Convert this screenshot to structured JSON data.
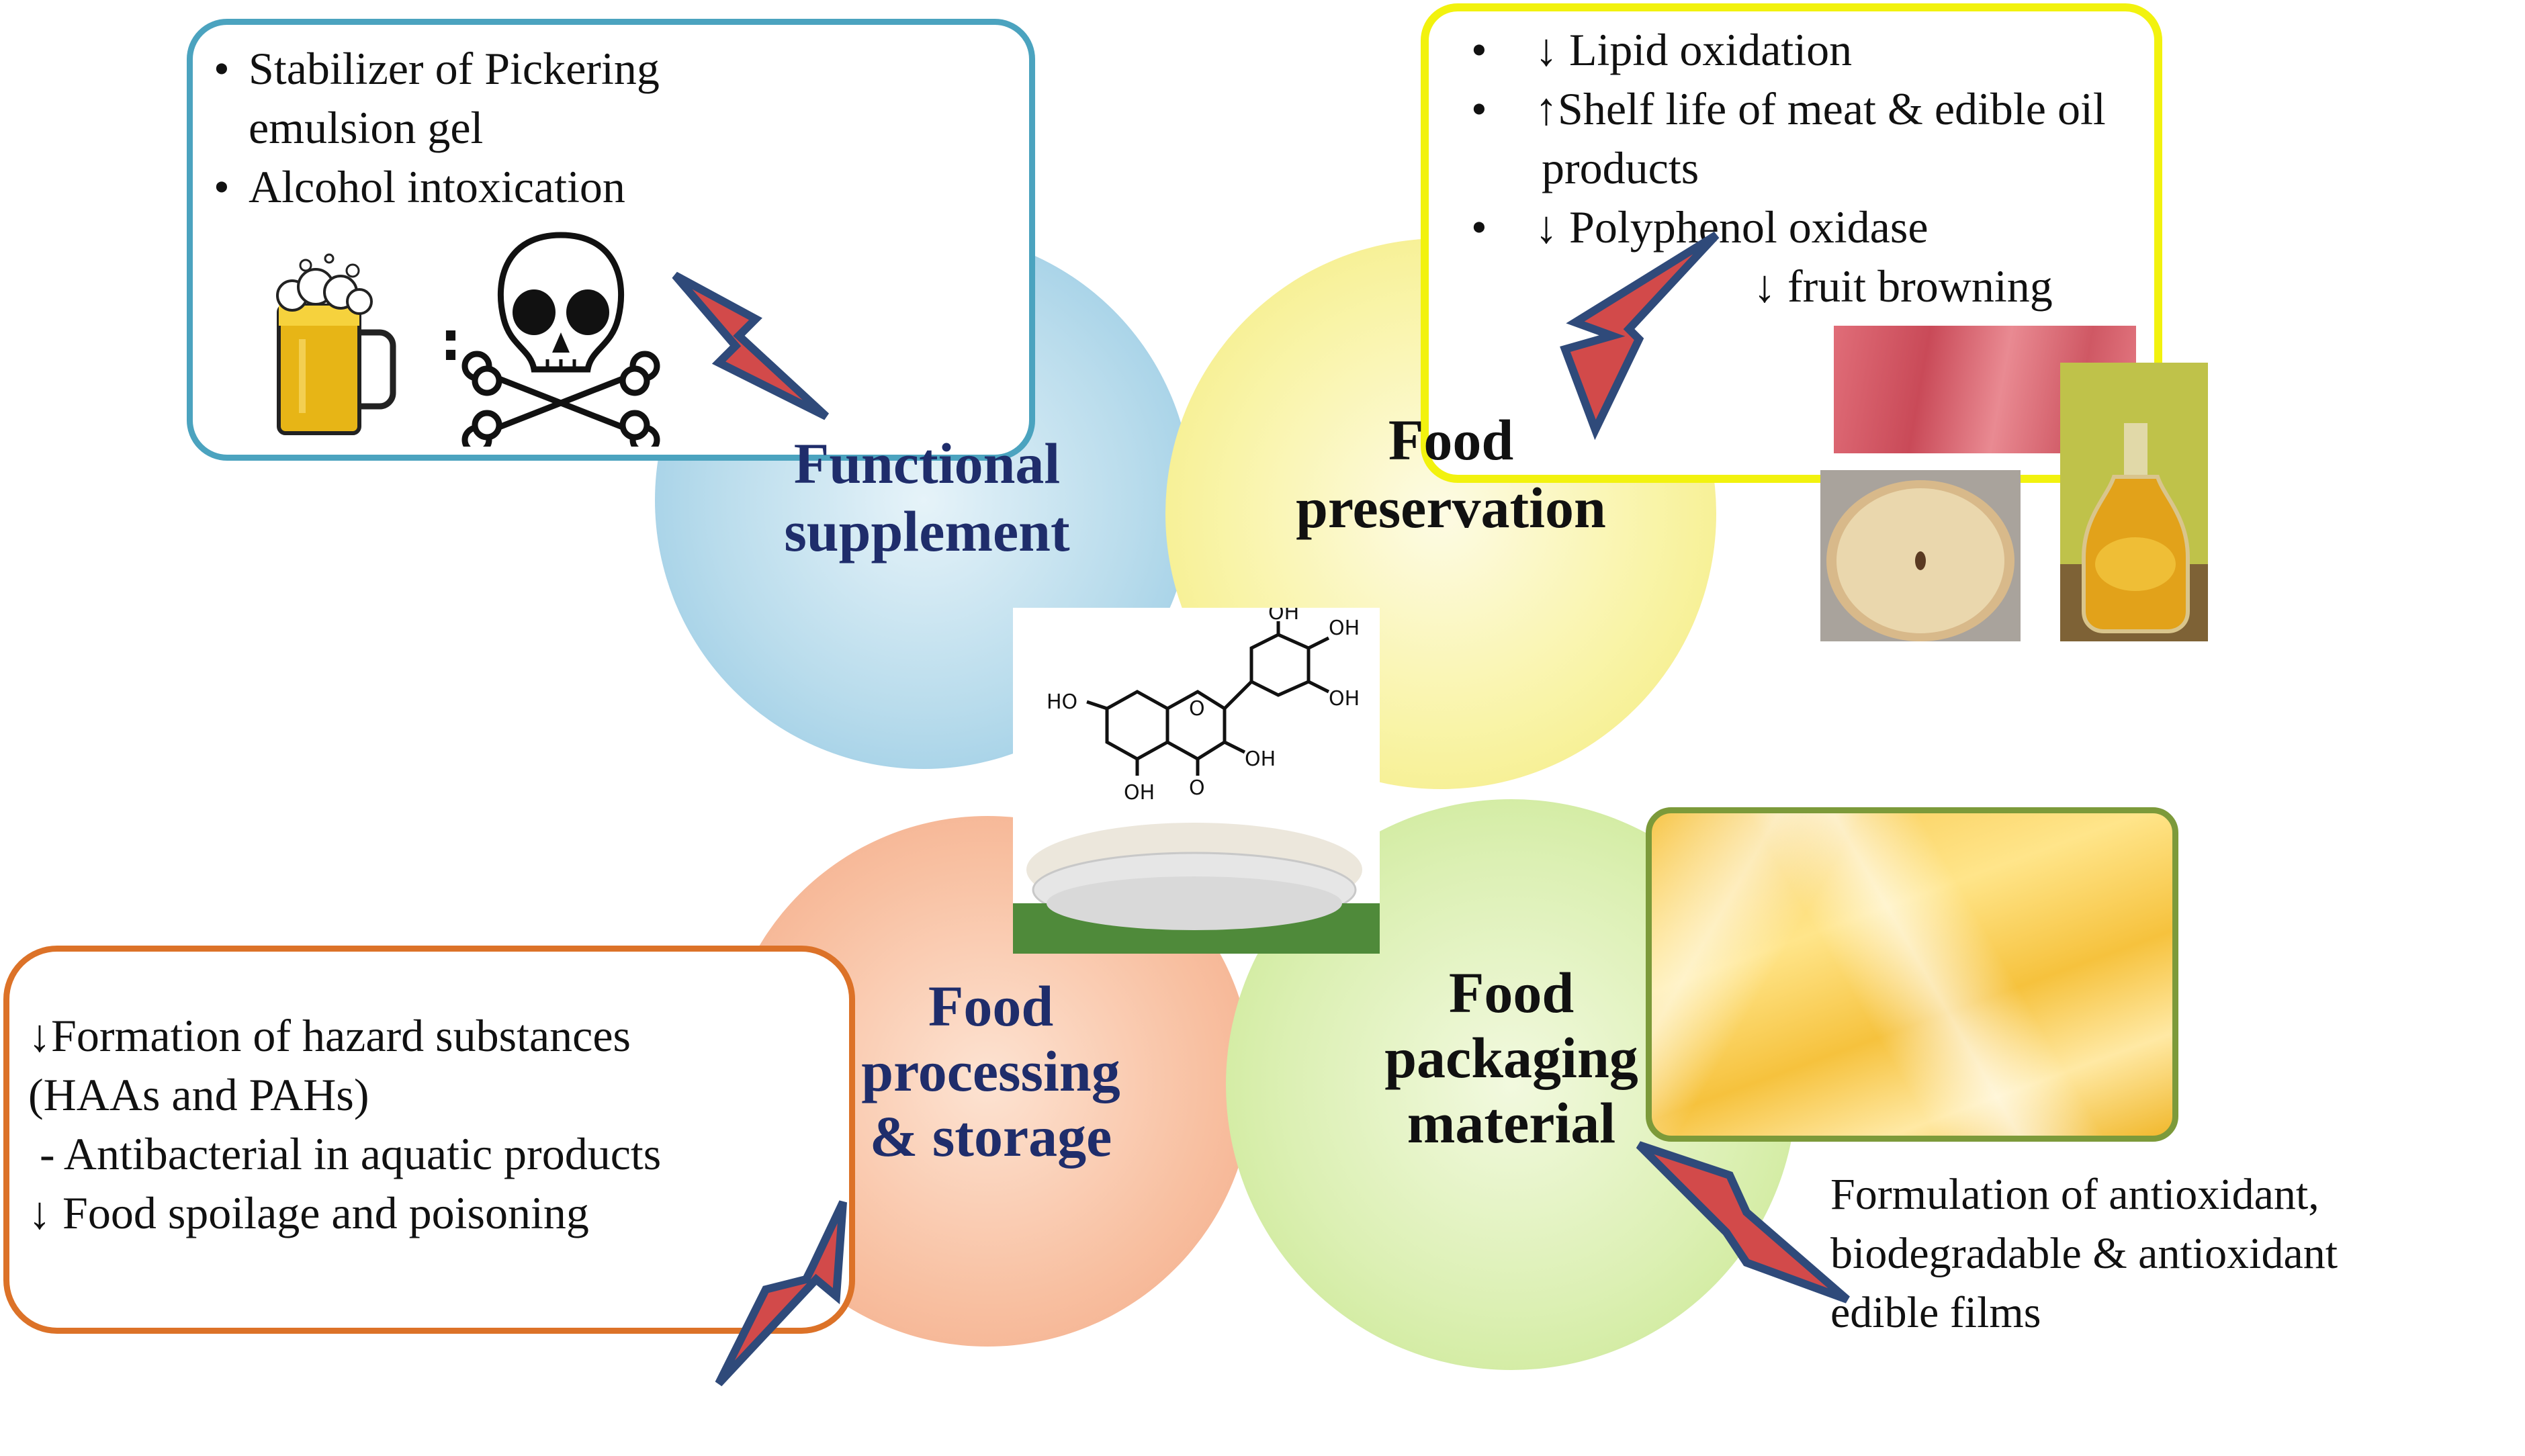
{
  "sections": {
    "functional": {
      "title_line1": "Functional",
      "title_line2": "supplement",
      "items": [
        "Stabilizer of Pickering",
        "emulsion gel",
        "Alcohol intoxication"
      ]
    },
    "preservation": {
      "title_line1": "Food",
      "title_line2": "preservation",
      "items": [
        "↓ Lipid oxidation",
        "↑Shelf life of meat & edible oil",
        "products",
        "↓ Polyphenol oxidase",
        "↓ fruit browning"
      ]
    },
    "processing": {
      "title_line1": "Food",
      "title_line2": "processing",
      "title_line3": "& storage",
      "items": [
        "↓Formation of hazard substances",
        "(HAAs and PAHs)",
        " - Antibacterial in aquatic products",
        "↓ Food spoilage and poisoning"
      ]
    },
    "packaging": {
      "title_line1": "Food",
      "title_line2": "packaging",
      "title_line3": "material",
      "items": [
        "Formulation of antioxidant,",
        "biodegradable & antioxidant",
        "edible films"
      ]
    }
  },
  "symbols": {
    "bullet": "•",
    "colon": ":"
  },
  "molecule_labels": [
    "OH",
    "OH",
    "OH",
    "HO",
    "OH",
    "OH",
    "O",
    "O"
  ],
  "colors": {
    "functional_border": "#4ba3bf",
    "preservation_border": "#f2f20e",
    "processing_border": "#dc7228",
    "packaging_border": "#7c9a3a",
    "bolt_fill": "#d24a4a",
    "bolt_stroke": "#2f4a7a",
    "title_navy": "#1f2d6b"
  },
  "icons": [
    "beer-mug-icon",
    "skull-crossbones-icon",
    "lightning-bolt-icon",
    "chemical-structure-icon"
  ]
}
